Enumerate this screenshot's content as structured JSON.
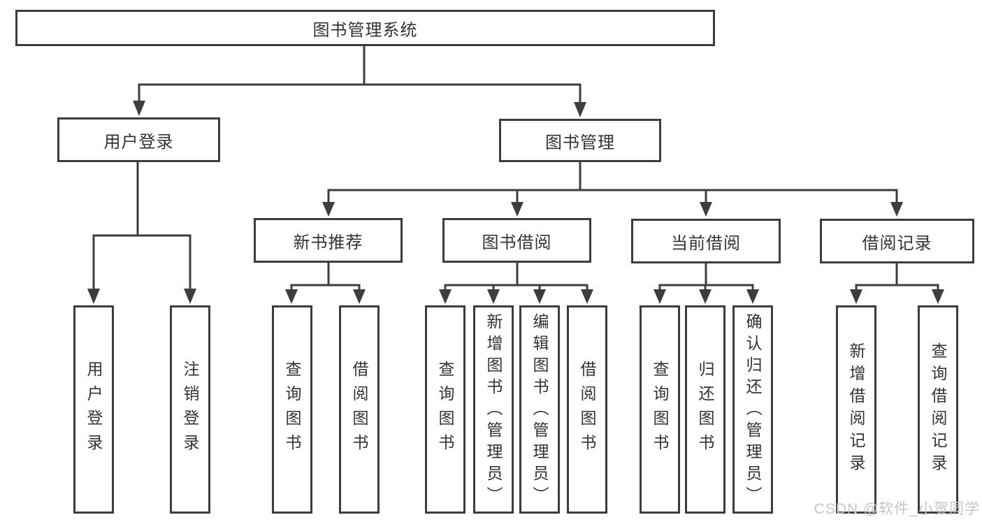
{
  "colors": {
    "line": "#3d3d3d",
    "box_border": "#3d3d3d",
    "text": "#333333",
    "watermark": "#c6c6c6"
  },
  "root": {
    "label": "图书管理系统"
  },
  "level2": {
    "user_login": {
      "label": "用户登录"
    },
    "book_management": {
      "label": "图书管理"
    }
  },
  "level3": {
    "new_books": {
      "label": "新书推荐"
    },
    "book_borrow": {
      "label": "图书借阅"
    },
    "current_borrow": {
      "label": "当前借阅"
    },
    "borrow_records": {
      "label": "借阅记录"
    }
  },
  "level4": {
    "user_login": {
      "label": "用户登录"
    },
    "logout": {
      "label": "注销登录"
    },
    "newbooks_query": {
      "label": "查询图书"
    },
    "newbooks_borrow": {
      "label": "借阅图书"
    },
    "borrow_query": {
      "label": "查询图书"
    },
    "borrow_add": {
      "label": "新增图书（管理员）"
    },
    "borrow_edit": {
      "label": "编辑图书（管理员）"
    },
    "borrow_borrow": {
      "label": "借阅图书"
    },
    "current_query": {
      "label": "查询图书"
    },
    "current_return": {
      "label": "归还图书"
    },
    "current_confirm": {
      "label": "确认归还（管理员）"
    },
    "records_add": {
      "label": "新增借阅记录"
    },
    "records_query": {
      "label": "查询借阅记录"
    }
  },
  "watermark": {
    "text": "CSDN @软件_小贺同学"
  }
}
